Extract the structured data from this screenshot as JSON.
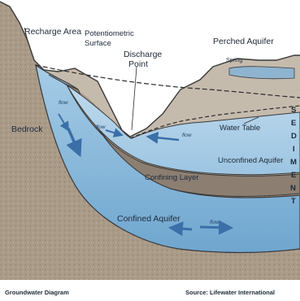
{
  "labels": {
    "recharge_area": "Recharge Area",
    "potentiometric_surface_line1": "Potentiometric",
    "potentiometric_surface_line2": "Surface",
    "discharge_point_line1": "Discharge",
    "discharge_point_line2": "Point",
    "perched_aquifer": "Perched Aquifer",
    "spring": "Spring",
    "water_table": "Water Table",
    "unconfined_aquifer": "Unconfined Aquifer",
    "confining_layer": "Confining Layer",
    "confined_aquifer": "Confined Aquifer",
    "bedrock": "Bedrock",
    "flow": "flow",
    "sediment": [
      "S",
      "E",
      "D",
      "I",
      "M",
      "E",
      "N",
      "T"
    ]
  },
  "footer": {
    "title": "Groundwater Diagram",
    "source": "Source: Lifewater International"
  },
  "colors": {
    "bedrock": "#aa9a88",
    "soil": "#c2b7a8",
    "confined_water": "#7ab2d6",
    "unconfined_water": "#a9cde6",
    "confining_layer": "#8c7f72",
    "perched_water": "#8fb4cf",
    "dash_line": "#2c2c2c",
    "outline": "#3a3a3a",
    "arrow": "#3b6fa8"
  }
}
